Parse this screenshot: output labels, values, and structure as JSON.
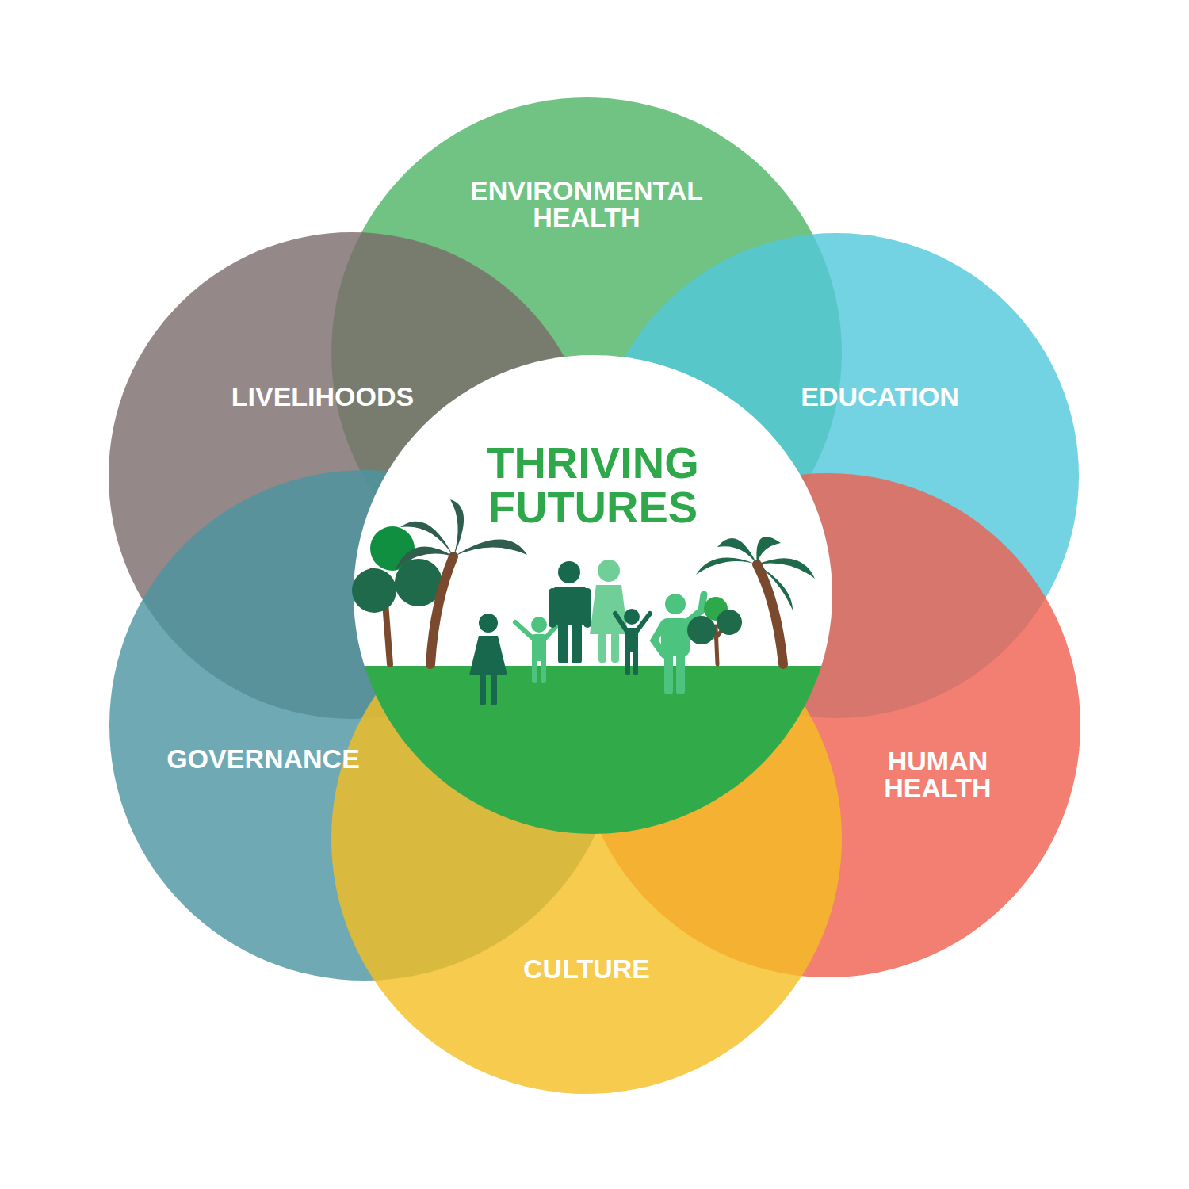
{
  "diagram": {
    "nodes": [
      {
        "text": [
          "THRIVING FUTURES"
        ]
      },
      {
        "text": [
          "ENVIRONMENTAL HEALTH"
        ]
      },
      {
        "text": [
          "LIVELIHOODS"
        ]
      },
      {
        "text": [
          "EDUCATION"
        ]
      },
      {
        "text": [
          "GOVERNANCE"
        ]
      },
      {
        "text": [
          "HUMAN HEALTH"
        ]
      },
      {
        "text": [
          "CULTURE"
        ]
      }
    ]
  }
}
